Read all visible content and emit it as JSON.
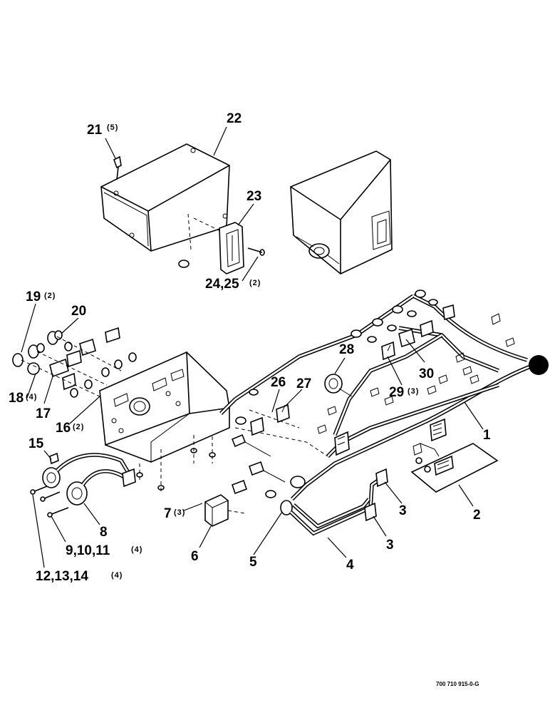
{
  "callouts": [
    {
      "id": "21",
      "number": "21",
      "qty": "(5)"
    },
    {
      "id": "22",
      "number": "22",
      "qty": ""
    },
    {
      "id": "23",
      "number": "23",
      "qty": ""
    },
    {
      "id": "24",
      "number": "24,25",
      "qty": "(2)"
    },
    {
      "id": "19",
      "number": "19",
      "qty": "(2)"
    },
    {
      "id": "20",
      "number": "20",
      "qty": ""
    },
    {
      "id": "18",
      "number": "18",
      "qty": "(4)"
    },
    {
      "id": "17",
      "number": "17",
      "qty": ""
    },
    {
      "id": "16",
      "number": "16",
      "qty": "(2)"
    },
    {
      "id": "15",
      "number": "15",
      "qty": ""
    },
    {
      "id": "28",
      "number": "28",
      "qty": ""
    },
    {
      "id": "26",
      "number": "26",
      "qty": ""
    },
    {
      "id": "27",
      "number": "27",
      "qty": ""
    },
    {
      "id": "30",
      "number": "30",
      "qty": ""
    },
    {
      "id": "29",
      "number": "29",
      "qty": "(3)"
    },
    {
      "id": "1",
      "number": "1",
      "qty": ""
    },
    {
      "id": "2",
      "number": "2",
      "qty": ""
    },
    {
      "id": "3a",
      "number": "3",
      "qty": ""
    },
    {
      "id": "3b",
      "number": "3",
      "qty": ""
    },
    {
      "id": "4",
      "number": "4",
      "qty": ""
    },
    {
      "id": "5",
      "number": "5",
      "qty": ""
    },
    {
      "id": "6",
      "number": "6",
      "qty": ""
    },
    {
      "id": "7",
      "number": "7",
      "qty": "(3)"
    },
    {
      "id": "8",
      "number": "8",
      "qty": ""
    },
    {
      "id": "9",
      "number": "9,10,11",
      "qty": "(4)"
    },
    {
      "id": "12",
      "number": "12,13,14",
      "qty": "(4)"
    }
  ],
  "drawing_number": "700 710 915-0-G"
}
